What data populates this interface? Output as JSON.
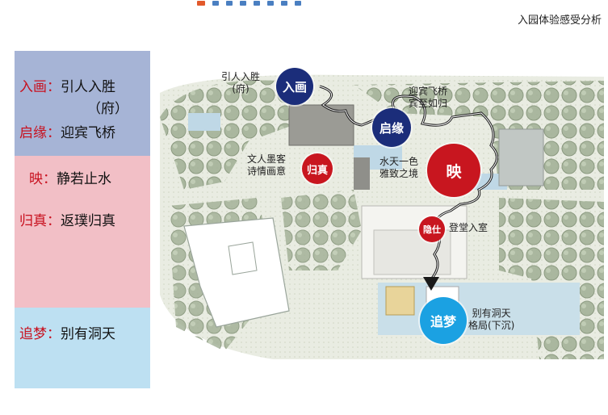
{
  "header": {
    "title": "入园体验感受分析"
  },
  "legend": {
    "group1": [
      {
        "key": "入画",
        "sep": "：",
        "text": "引人入胜"
      },
      {
        "cont": "（府）"
      },
      {
        "key": "启缘",
        "sep": "：",
        "text": "迎宾飞桥"
      }
    ],
    "group2": [
      {
        "key": "映",
        "sep": "：",
        "text": "静若止水"
      },
      {
        "key": "归真",
        "sep": "：",
        "text": "返璞归真"
      }
    ],
    "group3": [
      {
        "key": "追梦",
        "sep": "：",
        "text": "别有洞天"
      }
    ]
  },
  "map": {
    "nodes": {
      "ruhua": {
        "label": "入画",
        "color": "#1b2d7a"
      },
      "qiyuan": {
        "label": "启缘",
        "color": "#1b2d7a"
      },
      "guizhen": {
        "label": "归真",
        "color": "#c8161f"
      },
      "ying": {
        "label": "映",
        "color": "#c8161f"
      },
      "yinshi": {
        "label": "隐仕",
        "color": "#c8161f"
      },
      "zhuimeng": {
        "label": "追梦",
        "color": "#1ba1e2"
      }
    },
    "annotations": {
      "ruhua_l1": "引人入胜",
      "ruhua_l2": "(府)",
      "qiyuan_l1": "迎宾飞桥",
      "qiyuan_l2": "宾至如归",
      "guizhen_l1": "文人墨客",
      "guizhen_l2": "诗情画意",
      "ying_l1": "水天一色",
      "ying_l2": "雅致之境",
      "yinshi": "登堂入室",
      "zhuimeng_l1": "别有洞天",
      "zhuimeng_l2": "格局(下沉)"
    }
  }
}
